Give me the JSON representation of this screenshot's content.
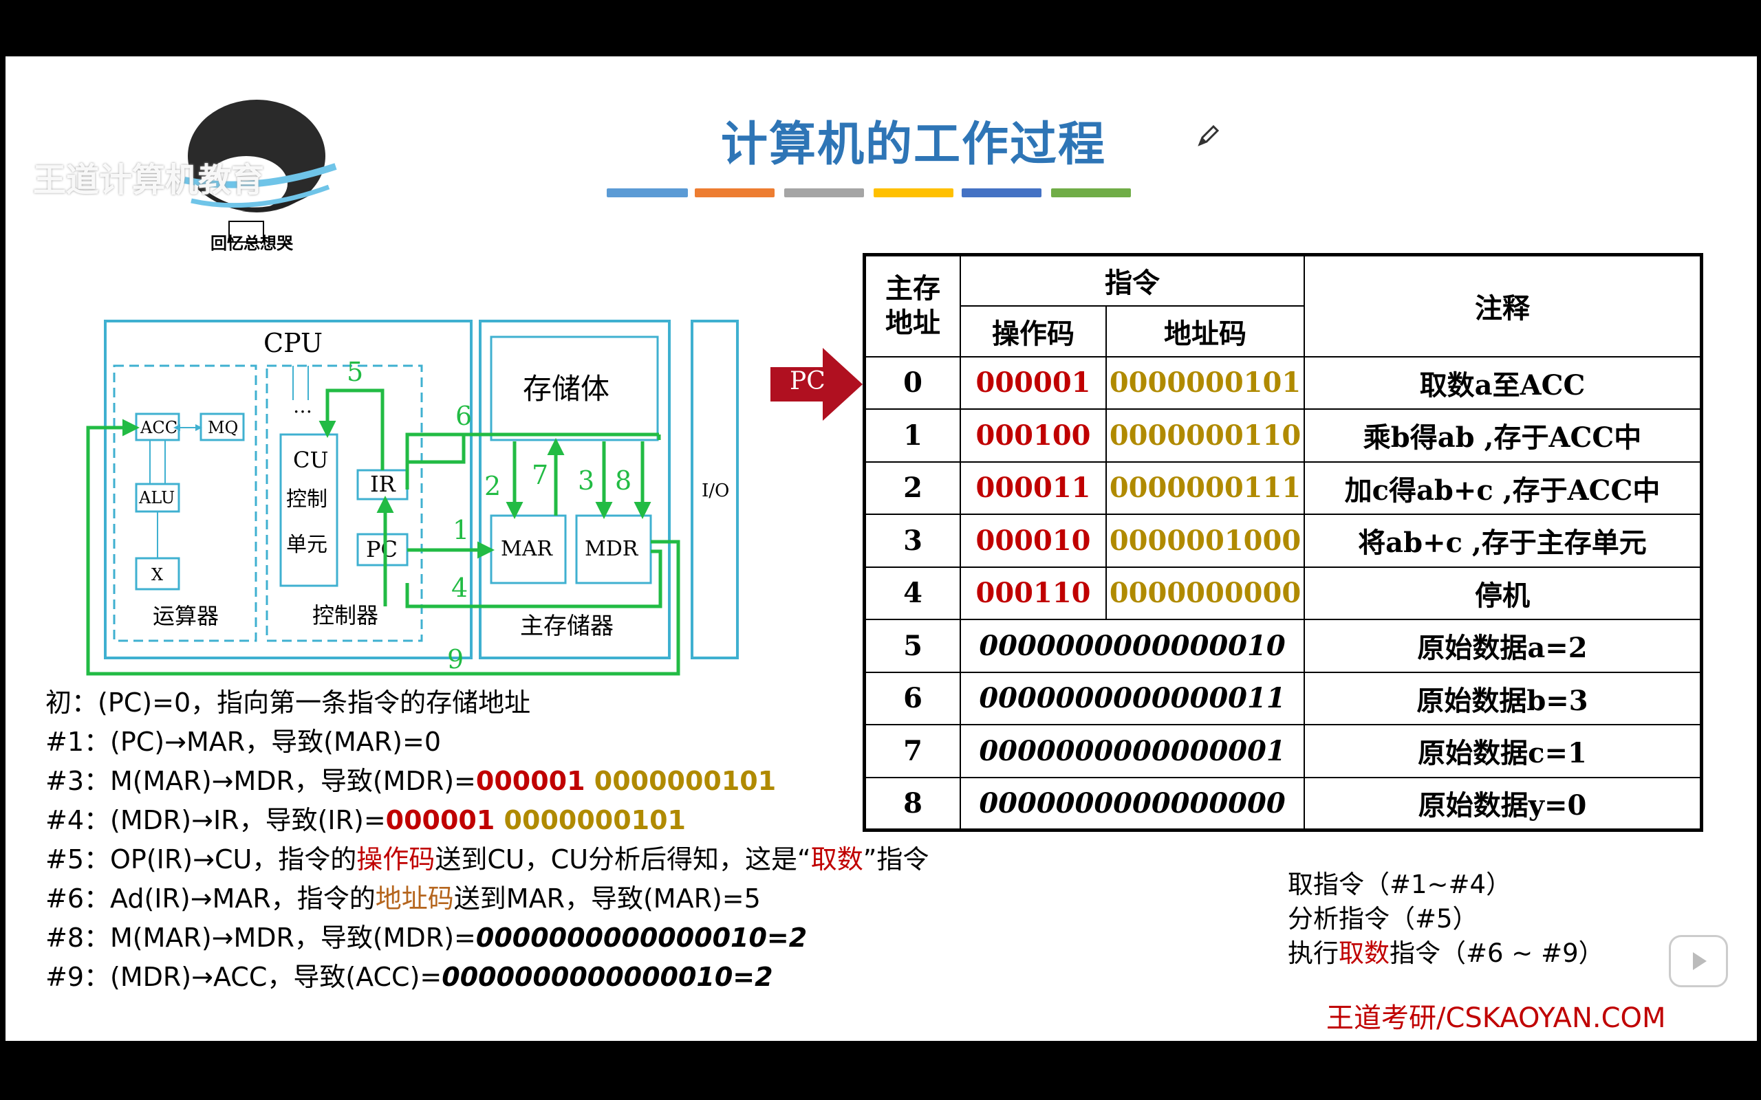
{
  "watermark": {
    "brand": "王道计算机教育",
    "caption": "回忆总想哭"
  },
  "title": "计算机的工作过程",
  "colors": {
    "title": "#2e75b6",
    "opcode": "#c00000",
    "addrcode": "#b08a00",
    "keyword": "#b5651d",
    "wire": "#22bb44",
    "box": "#3fb0d0",
    "pc_arrow": "#b01020"
  },
  "bars": [
    "#5b9bd5",
    "#ed7d31",
    "#a5a5a5",
    "#ffc000",
    "#4472c4",
    "#70ad47"
  ],
  "diagram": {
    "cpu": "CPU",
    "acc": "ACC",
    "mq": "MQ",
    "alu": "ALU",
    "x": "X",
    "cu": "CU",
    "cu_l2": "控制",
    "cu_l3": "单元",
    "ir": "IR",
    "pc": "PC",
    "dots": "…",
    "alu_group": "运算器",
    "ctrl_group": "控制器",
    "storage": "存储体",
    "mar": "MAR",
    "mdr": "MDR",
    "mainmem": "主存储器",
    "io": "I/O",
    "n1": "1",
    "n2": "2",
    "n3": "3",
    "n4": "4",
    "n5": "5",
    "n6": "6",
    "n7": "7",
    "n8": "8",
    "n9": "9"
  },
  "table": {
    "h_addr": "主存\n地址",
    "h_instr": "指令",
    "h_op": "操作码",
    "h_ad": "地址码",
    "h_note": "注释",
    "pc_label": "PC",
    "rows": [
      {
        "addr": "0",
        "op": "000001",
        "ad": "0000000101",
        "note": "取数a至ACC"
      },
      {
        "addr": "1",
        "op": "000100",
        "ad": "0000000110",
        "note": "乘b得ab ,存于ACC中"
      },
      {
        "addr": "2",
        "op": "000011",
        "ad": "0000000111",
        "note": "加c得ab+c ,存于ACC中"
      },
      {
        "addr": "3",
        "op": "000010",
        "ad": "0000001000",
        "note": "将ab+c ,存于主存单元"
      },
      {
        "addr": "4",
        "op": "000110",
        "ad": "0000000000",
        "note": "停机"
      },
      {
        "addr": "5",
        "data": "0000000000000010",
        "note": "原始数据a=2"
      },
      {
        "addr": "6",
        "data": "0000000000000011",
        "note": "原始数据b=3"
      },
      {
        "addr": "7",
        "data": "0000000000000001",
        "note": "原始数据c=1"
      },
      {
        "addr": "8",
        "data": "0000000000000000",
        "note": "原始数据y=0"
      }
    ]
  },
  "steps": {
    "s0": "初：(PC)=0，指向第一条指令的存储地址",
    "s1": "#1：(PC)→MAR，导致(MAR)=0",
    "s3_a": "#3：M(MAR)→MDR，导致(MDR)=",
    "s3_op": "000001",
    "s3_ad": " 0000000101",
    "s4_a": "#4：(MDR)→IR，导致(IR)=",
    "s4_op": "000001",
    "s4_ad": " 0000000101",
    "s5_a": "#5：OP(IR)→CU，指令的",
    "s5_k": "操作码",
    "s5_b": "送到CU，CU分析后得知，这是“",
    "s5_k2": "取数",
    "s5_c": "”指令",
    "s6_a": "#6：Ad(IR)→MAR，指令的",
    "s6_k": "地址码",
    "s6_b": "送到MAR，导致(MAR)=5",
    "s8_a": "#8：M(MAR)→MDR，导致(MDR)=",
    "s8_v": "0000000000000010=2",
    "s9_a": "#9：(MDR)→ACC，导致(ACC)=",
    "s9_v": "0000000000000010=2"
  },
  "notes": {
    "n1": "取指令（#1~#4）",
    "n2": "分析指令（#5）",
    "n3_a": "执行",
    "n3_k": "取数",
    "n3_b": "指令（#6 ~ #9）"
  },
  "footer": "王道考研/CSKAOYAN.COM"
}
